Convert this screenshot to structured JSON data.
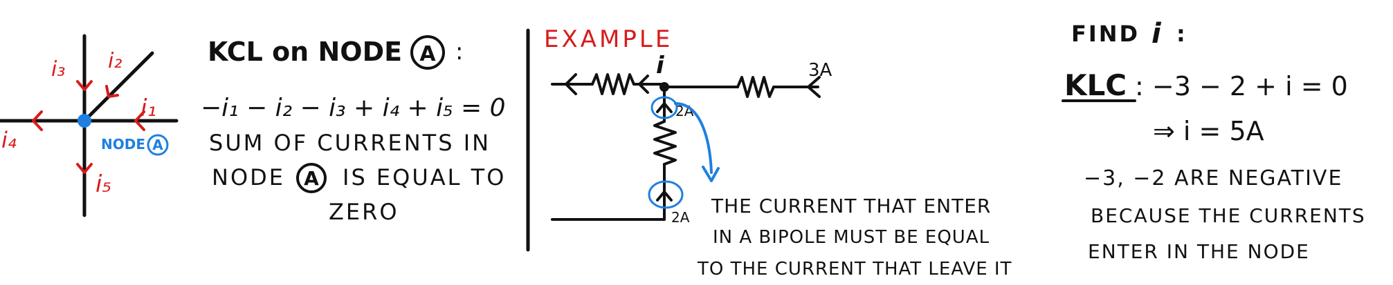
{
  "colors": {
    "ink": "#111111",
    "red": "#d81b1b",
    "blue": "#1f7fe0"
  },
  "node_diagram": {
    "currents": {
      "i1": "i₁",
      "i2": "i₂",
      "i3": "i₃",
      "i4": "i₄",
      "i5": "i₅"
    },
    "node_label": "NODE",
    "node_letter": "A"
  },
  "kcl": {
    "title_prefix": "KCL on NODE",
    "title_node": "A",
    "title_suffix": ":",
    "equation": "−i₁ − i₂ − i₃ + i₄ + i₅ = 0",
    "line1": "SUM OF CURRENTS IN",
    "line2_prefix": "NODE",
    "line2_node": "A",
    "line2_suffix": "IS EQUAL TO",
    "line3": "ZERO"
  },
  "example": {
    "title": "EXAMPLE",
    "current_i": "i",
    "current_3a": "3A",
    "current_2a_top": "2A",
    "current_2a_bottom": "2A",
    "note_line1": "THE CURRENT THAT ENTER",
    "note_line2": "IN A BIPOLE MUST BE EQUAL",
    "note_line3": "TO THE CURRENT THAT LEAVE IT"
  },
  "solution": {
    "find_prefix": "FIND",
    "find_var": "i",
    "find_suffix": ":",
    "kcl_label": "KLC",
    "equation": ": −3 − 2 + i = 0",
    "result": "⇒ i = 5A",
    "note_line1": "−3, −2 ARE NEGATIVE",
    "note_line2": "BECAUSE THE CURRENTS",
    "note_line3": "ENTER IN THE NODE"
  }
}
